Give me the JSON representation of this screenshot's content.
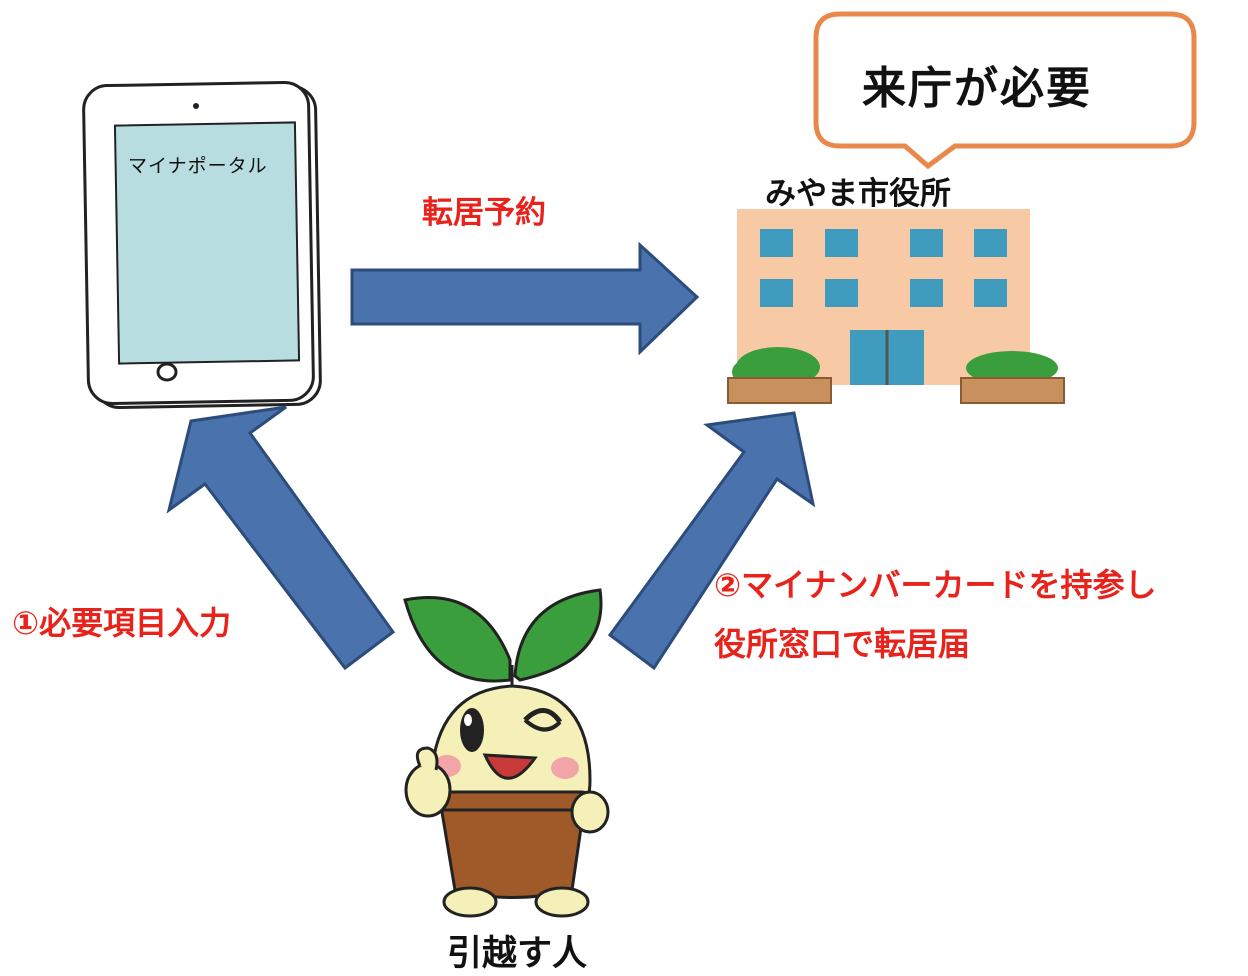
{
  "callout": {
    "text": "来庁が必要"
  },
  "office": {
    "label": "みやま市役所"
  },
  "tablet": {
    "screen_label": "マイナポータル"
  },
  "arrows": {
    "top_label": "転居予約"
  },
  "steps": {
    "step1": "①必要項目入力",
    "step2_line1": "②マイナンバーカードを持参し",
    "step2_line2": "役所窓口で転居届"
  },
  "person": {
    "label": "引越す人"
  },
  "colors": {
    "arrow_fill": "#4a72ad",
    "arrow_stroke": "#2c4c7c",
    "callout_border": "#e8884a",
    "label_red": "#e8231b",
    "screen": "#b7dde1",
    "building": "#f7c9a5",
    "window": "#3f9cbf"
  }
}
